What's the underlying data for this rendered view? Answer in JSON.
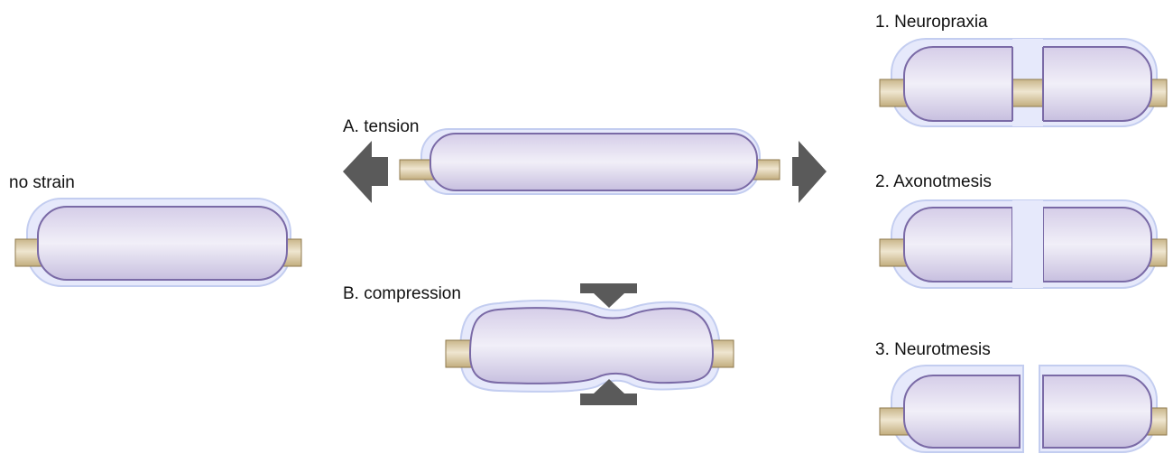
{
  "labels": {
    "no_strain": "no strain",
    "tension": "A. tension",
    "compression": "B. compression",
    "neuropraxia": "1. Neuropraxia",
    "axonotmesis": "2. Axonotmesis",
    "neurotmesis": "3. Neurotmesis"
  },
  "colors": {
    "sheath_fill": "#e6e9fb",
    "sheath_stroke": "#c3cdf0",
    "body_stroke": "#7a6aa6",
    "body_top": "#d5cde8",
    "body_mid": "#f1eff8",
    "body_bottom": "#c7bfdf",
    "axon_fill": "#d9c9a5",
    "axon_stroke": "#8f7a4e",
    "arrow_fill": "#5a5a5a"
  }
}
